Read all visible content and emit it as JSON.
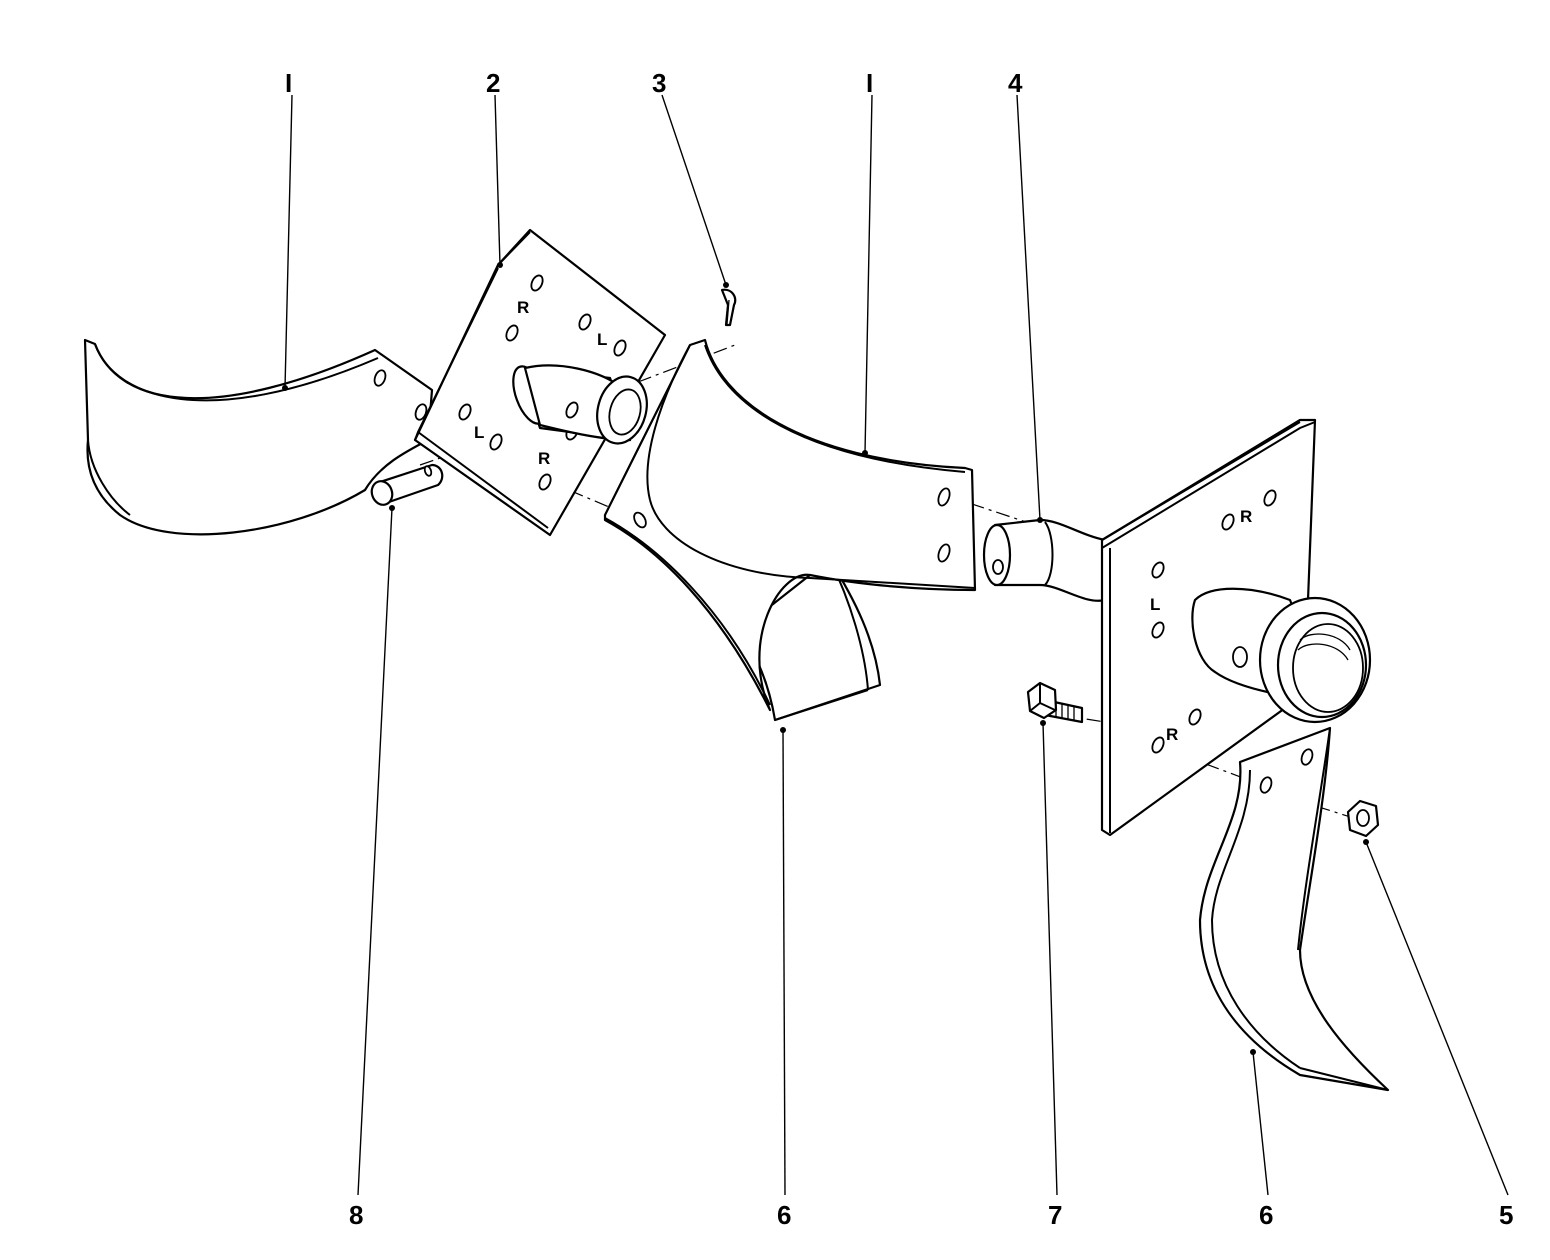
{
  "callouts": {
    "c1a": "I",
    "c2": "2",
    "c3": "3",
    "c1b": "I",
    "c4": "4",
    "c8": "8",
    "c6a": "6",
    "c7": "7",
    "c6b": "6",
    "c5": "5"
  },
  "flange_marks": {
    "left_r_top": "R",
    "left_l_right": "L",
    "left_l_bottom": "L",
    "left_r_bottom": "R",
    "right_r_top": "R",
    "right_l": "L",
    "right_r_bottom": "R"
  },
  "colors": {
    "ink": "#000000",
    "paper": "#ffffff"
  }
}
